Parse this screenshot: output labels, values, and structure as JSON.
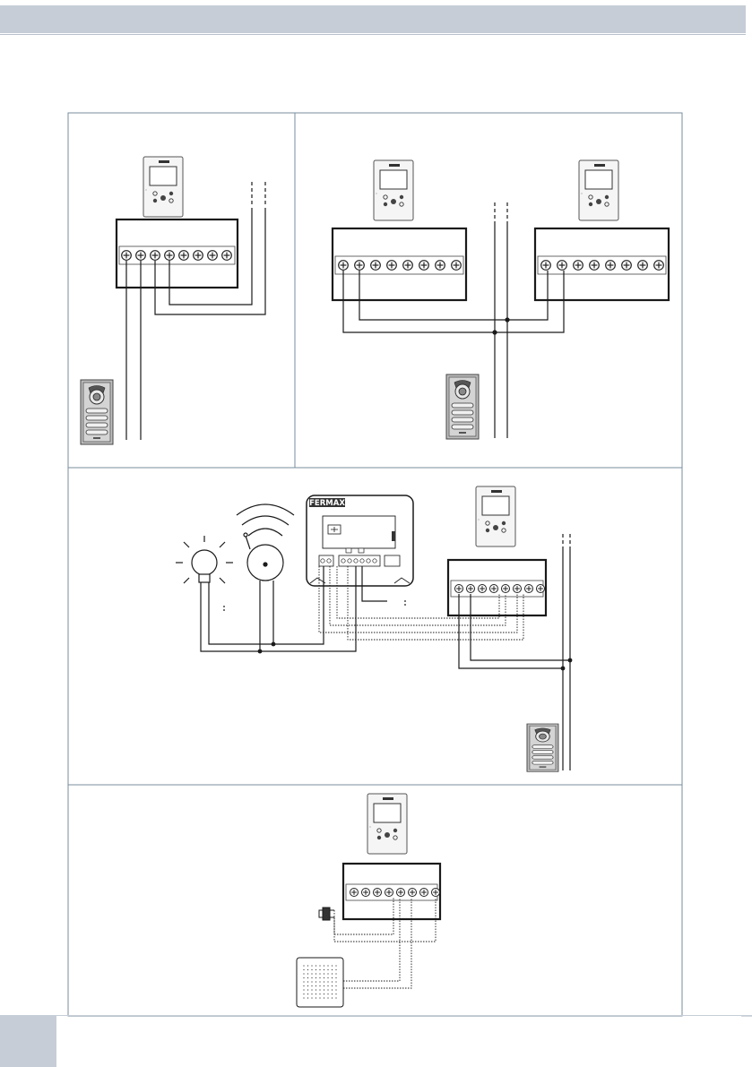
{
  "brand": {
    "panel_logo": "FERMAX"
  },
  "colors": {
    "header_bar": "#c6cdd6",
    "frame": "#7a8c9e",
    "wire": "#1a1a1a"
  },
  "sections": [
    {
      "name": "single-monitor-installation"
    },
    {
      "name": "two-monitor-installation"
    },
    {
      "name": "auxiliary-relay-bell-light"
    },
    {
      "name": "external-pushbutton-and-speaker"
    }
  ]
}
